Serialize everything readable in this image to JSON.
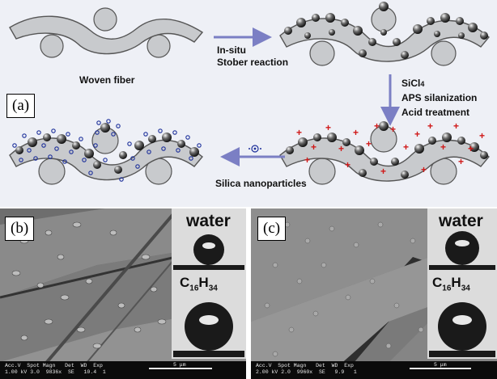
{
  "scheme": {
    "panel_a_label": "(a)",
    "woven_fiber_label": "Woven fiber",
    "step1_line1": "In-situ",
    "step1_line2": "Stober reaction",
    "step2_line1": "SiCl",
    "step2_line1_sub": "4",
    "step2_line2": "APS silanization",
    "step2_line3": "Acid treatment",
    "step3_label": "Silica nanoparticles"
  },
  "panel_b": {
    "label": "(b)",
    "water_label": "water",
    "alkane_main": "C",
    "alkane_sub1": "16",
    "alkane_mid": "H",
    "alkane_sub2": "34",
    "sem_header": "Acc.V  Spot Magn   Det  WD  Exp",
    "sem_values": "1.00 kV 3.0  9836x  SE   10.4  1",
    "scale": "5 μm"
  },
  "panel_c": {
    "label": "(c)",
    "water_label": "water",
    "alkane_main": "C",
    "alkane_sub1": "16",
    "alkane_mid": "H",
    "alkane_sub2": "34",
    "sem_header": "Acc.V  Spot Magn   Det  WD  Exp",
    "sem_values": "2.00 kV 2.0  9960x  SE   9.9   1",
    "scale": "5 μm"
  },
  "colors": {
    "arrow": "#7b7fc4",
    "fiber": "#c8cacd",
    "particle": "#2a2a2a",
    "plus": "#d01818",
    "nano": "#1c2f9a"
  }
}
